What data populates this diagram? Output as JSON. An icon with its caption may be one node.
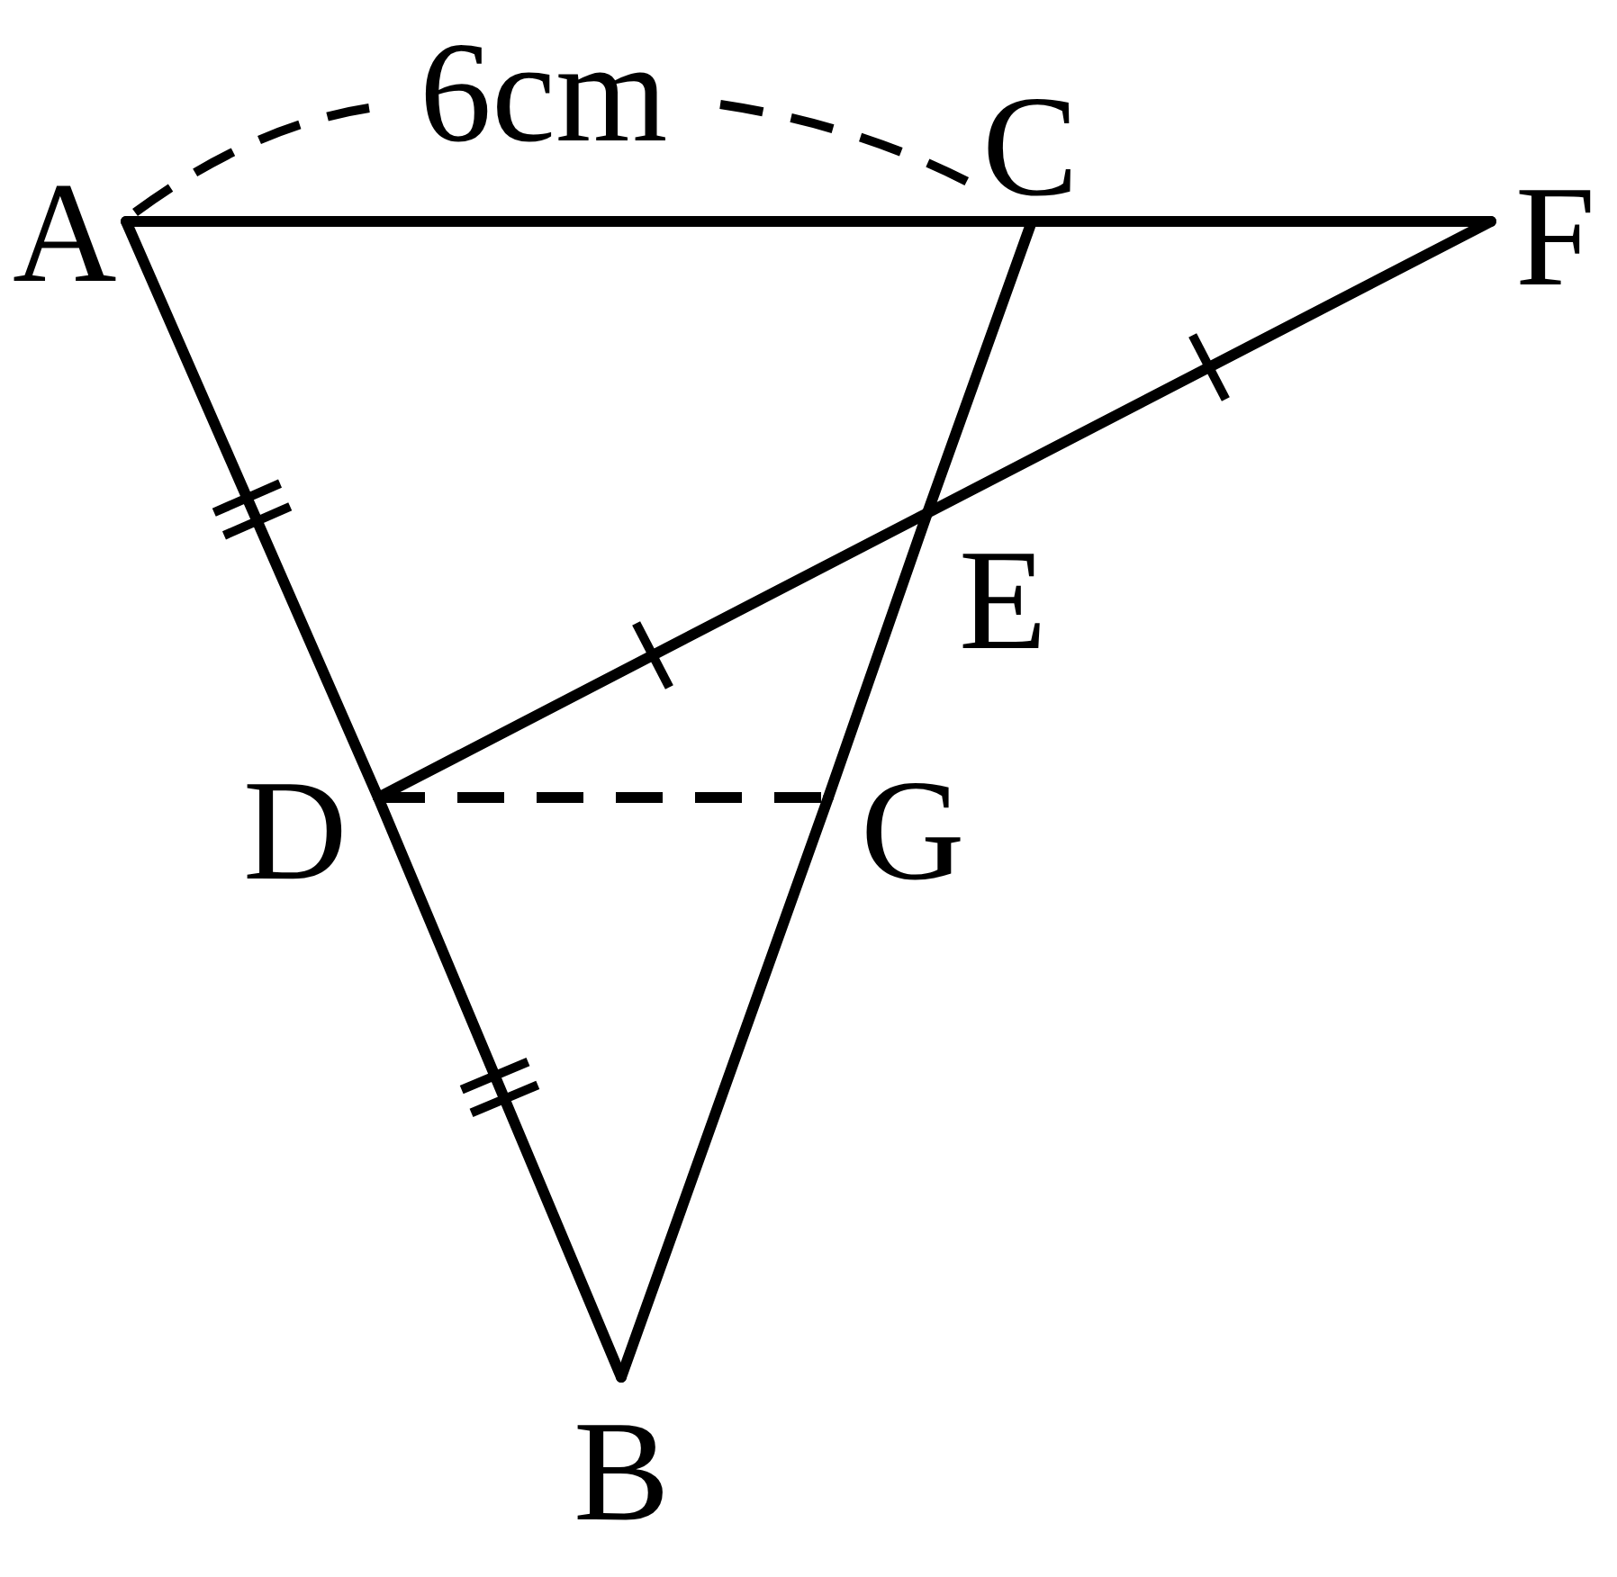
{
  "diagram": {
    "nodes": [
      {
        "text": [
          "A"
        ]
      },
      {
        "text": [
          "C"
        ]
      },
      {
        "text": [
          "F"
        ]
      },
      {
        "text": [
          "E"
        ]
      },
      {
        "text": [
          "D"
        ]
      },
      {
        "text": [
          "G"
        ]
      },
      {
        "text": [
          "B"
        ]
      }
    ],
    "edges": [
      {
        "from": 0,
        "to": 1,
        "arrow": "none"
      },
      {
        "from": 1,
        "to": 2,
        "arrow": "none"
      },
      {
        "from": 0,
        "to": 4,
        "arrow": "none"
      },
      {
        "from": 4,
        "to": 6,
        "arrow": "none"
      },
      {
        "from": 1,
        "to": 3,
        "arrow": "none"
      },
      {
        "from": 3,
        "to": 5,
        "arrow": "none"
      },
      {
        "from": 5,
        "to": 6,
        "arrow": "none"
      },
      {
        "from": 4,
        "to": 3,
        "arrow": "none"
      },
      {
        "from": 3,
        "to": 2,
        "arrow": "none"
      },
      {
        "from": 4,
        "to": 5,
        "arrow": "none",
        "style": "dashed"
      }
    ],
    "labels": [
      "6cm"
    ]
  }
}
